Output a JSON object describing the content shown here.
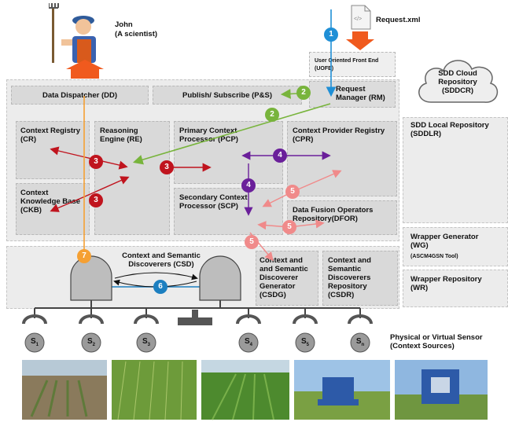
{
  "scientist": {
    "name": "John",
    "role": "(A scientist)"
  },
  "request_file": "Request.xml",
  "uofe": "User Oriented Front End (UOFE)",
  "rm": "Request Manager (RM)",
  "dd": "Data Dispatcher (DD)",
  "ps": "Publish/ Subscribe (P&S)",
  "sddcr": "SDD Cloud Repository (SDDCR)",
  "sddlr": "SDD Local Repository (SDDLR)",
  "cr": "Context Registry (CR)",
  "re": "Reasoning Engine (RE)",
  "pcp": "Primary Context Processor (PCP)",
  "cpr": "Context Provider Registry (CPR)",
  "ckb": "Context Knowledge Base (CKB)",
  "scp": "Secondary Context Processor (SCP)",
  "dfor": "Data Fusion Operators Repository(DFOR)",
  "wg": "Wrapper Generator (WG)",
  "wg_tool": "(ASCM4GSN Tool)",
  "wr": "Wrapper Repository (WR)",
  "csd": "Context and Semantic Discoverers (CSD)",
  "csdg": "Context and and Semantic Discoverer Generator (CSDG)",
  "csdr": "Context and Semantic Discoverers Repository (CSDR)",
  "sensors_label": "Physical or Virtual Sensor (Context Sources)",
  "sensors": [
    {
      "base": "S",
      "sub": "1"
    },
    {
      "base": "S",
      "sub": "2"
    },
    {
      "base": "S",
      "sub": "3"
    },
    {
      "base": "S",
      "sub": "4"
    },
    {
      "base": "S",
      "sub": "5"
    },
    {
      "base": "S",
      "sub": "n"
    }
  ],
  "steps": {
    "s1": "1",
    "s2": "2",
    "s3": "3",
    "s4": "4",
    "s5": "5",
    "s6": "6",
    "s7": "7"
  },
  "colors": {
    "step1": "#1f8fd6",
    "step2": "#78b43c",
    "step3": "#c0141e",
    "step4": "#6a1f9a",
    "step5": "#f08a8a",
    "step6": "#1c7fc0",
    "step7": "#f5a033",
    "orange_arrow": "#f05a1e",
    "panel": "#ececec",
    "box": "#d9d9d9"
  }
}
